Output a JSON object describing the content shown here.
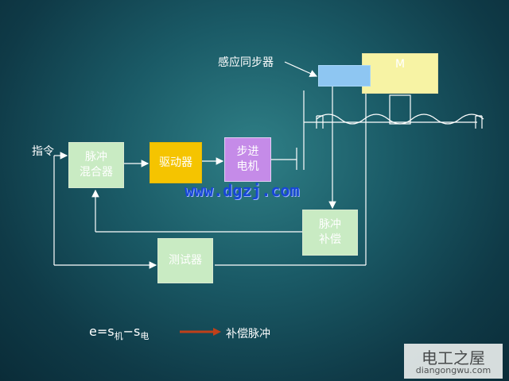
{
  "diagram": {
    "blocks": {
      "pulse_mixer": "脉冲\n混合器",
      "driver": "驱动器",
      "stepper_motor": "步进\n电机",
      "pulse_compensation": "脉冲\n补偿",
      "tester": "测试器",
      "machine": "M"
    },
    "labels": {
      "command": "指令",
      "inductosyn": "感应同步器",
      "compensation_pulse": "补偿脉冲"
    },
    "formula": {
      "prefix": "e=s",
      "sub1": "机",
      "minus": "−s",
      "sub2": "电"
    },
    "colors": {
      "block_green": "#c9ebc3",
      "driver_yellow": "#f5c400",
      "motor_purple": "#c58be8",
      "sensor_blue": "#8ec6f2",
      "machine_yellow": "#f7f3a4",
      "legend_arrow": "#c0401a"
    }
  },
  "watermark": {
    "url": "www.dgzj.com",
    "logo_title": "电工之屋",
    "logo_url": "diangongwu.com"
  }
}
